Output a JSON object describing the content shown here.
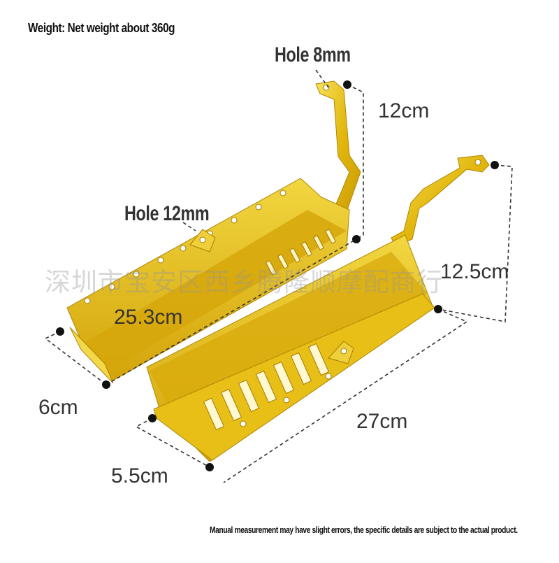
{
  "header": {
    "weight": "Weight: Net weight about 360g"
  },
  "labels": {
    "hole_top": "Hole 8mm",
    "hole_side": "Hole 12mm",
    "bracket_left_height": "12cm",
    "bracket_right_height": "12.5cm",
    "left_length": "25.3cm",
    "left_width": "6cm",
    "right_length": "27cm",
    "right_width": "5.5cm"
  },
  "watermark": "深圳市宝安区西乡腾隆顺摩配商行",
  "footer": {
    "disclaimer": "Manual measurement may have slight errors, the specific details are subject to the actual product."
  },
  "colors": {
    "part": "#e1b50e",
    "part_dark": "#b08606",
    "part_light": "#f5dc4c",
    "dots": "#111111",
    "dash": "#333333"
  }
}
